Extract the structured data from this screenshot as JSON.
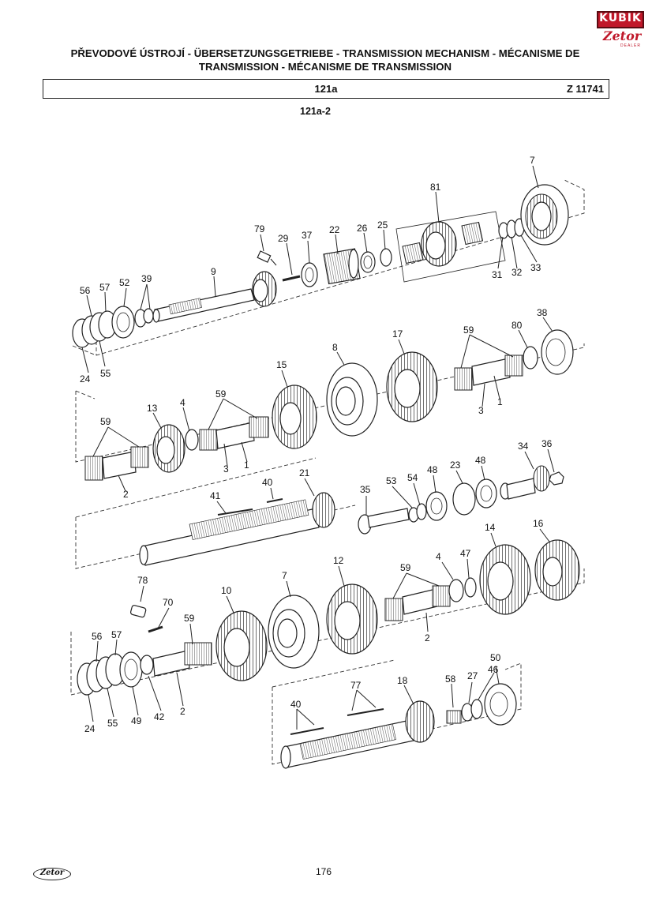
{
  "header": {
    "title_line1": "PŘEVODOVÉ ÚSTROJÍ - ÜBERSETZUNGSGETRIEBE - TRANSMISSION MECHANISM - MÉCANISME DE",
    "title_line2": "TRANSMISSION - MÉCANISME DE TRANSMISSION",
    "section": "121a",
    "code": "Z 11741",
    "subtitle": "121a-2"
  },
  "logo": {
    "brand": "KUBIK",
    "sub_brand": "Zetor",
    "tagline": "DEALER"
  },
  "footer": {
    "page_number": "176",
    "logo_text": "Zetor"
  },
  "diagram_labels": {
    "g1": [
      "7",
      "81",
      "79",
      "29",
      "37",
      "22",
      "26",
      "25",
      "31",
      "32",
      "33",
      "9",
      "56",
      "57",
      "52",
      "39",
      "24",
      "55"
    ],
    "g2": [
      "59",
      "80",
      "38",
      "8",
      "17",
      "15",
      "59",
      "13",
      "4",
      "3",
      "1",
      "3",
      "1",
      "2"
    ],
    "g3": [
      "21",
      "40",
      "41",
      "35",
      "53",
      "54",
      "48",
      "23",
      "48",
      "34",
      "36"
    ],
    "g4": [
      "78",
      "70",
      "57",
      "56",
      "59",
      "10",
      "7",
      "12",
      "59",
      "4",
      "47",
      "14",
      "16",
      "2",
      "24",
      "55",
      "49",
      "42",
      "2"
    ],
    "g5": [
      "77",
      "40",
      "18",
      "58",
      "27",
      "46",
      "50"
    ]
  }
}
